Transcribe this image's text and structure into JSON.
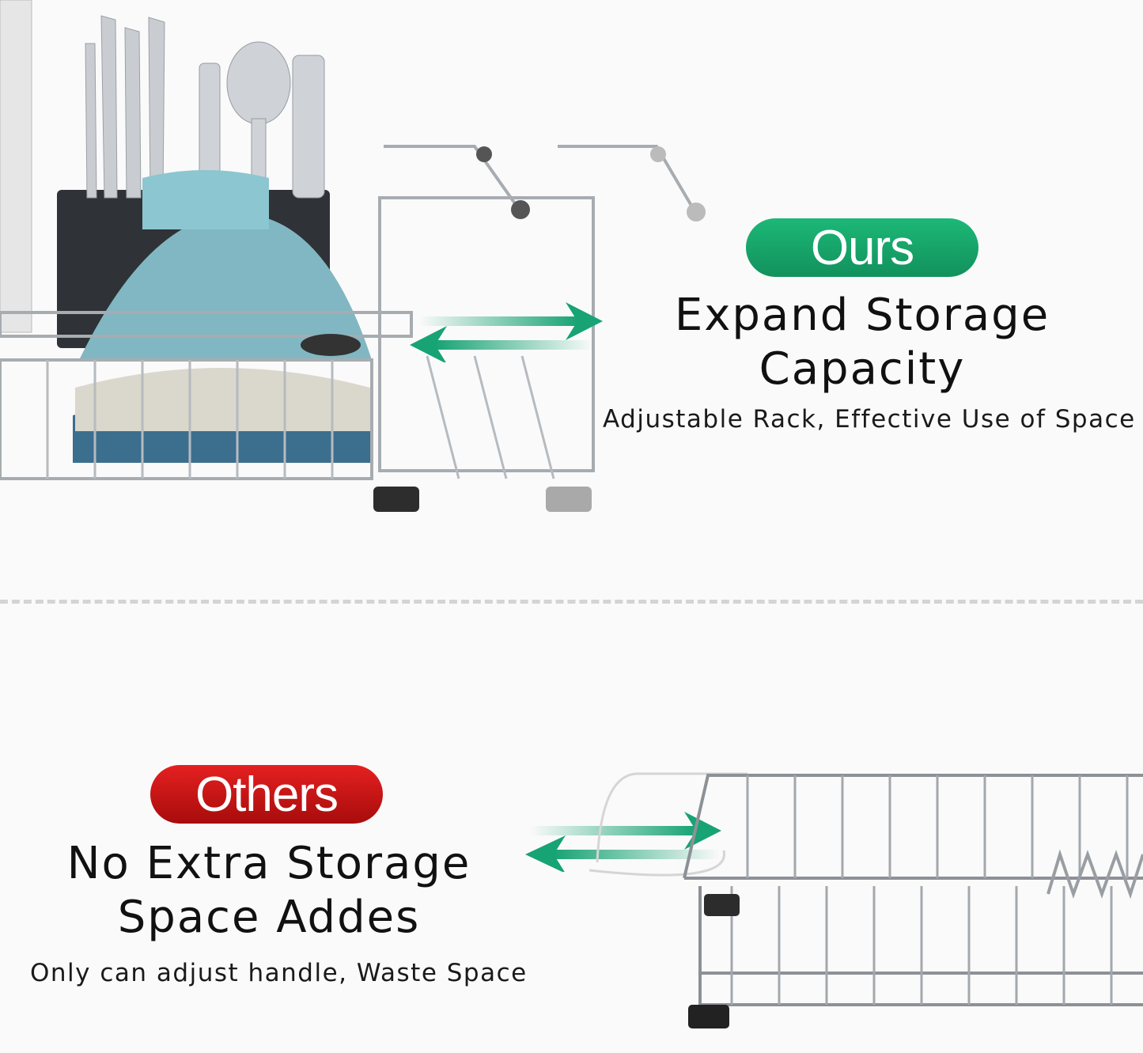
{
  "ours": {
    "badge": "Ours",
    "headline_line1": "Expand Storage",
    "headline_line2": "Capacity",
    "subtitle": "Adjustable Rack, Effective Use of Space",
    "badge_color": "#16a46a"
  },
  "others": {
    "badge": "Others",
    "headline_line1": "No Extra Storage",
    "headline_line2": "Space Addes",
    "subtitle": "Only can adjust handle, Waste Space",
    "badge_color": "#c41414"
  },
  "colors": {
    "arrow": "#17a373",
    "background": "#fafafa",
    "divider": "#d4d4d4"
  },
  "icons": [
    "expand-arrows-icon",
    "adjust-arrows-icon"
  ]
}
